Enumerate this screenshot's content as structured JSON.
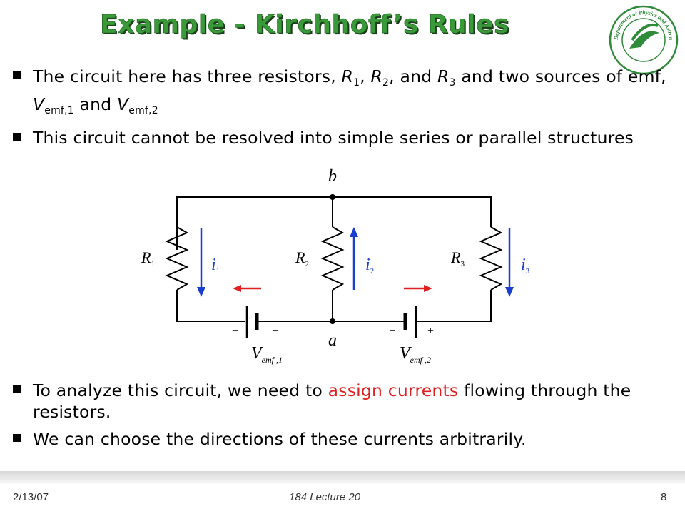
{
  "slide": {
    "title": "Example - Kirchhoff’s Rules",
    "logo_text": "Department of Physics and Astronomy"
  },
  "bullets_top": [
    {
      "parts": [
        "The circuit here has three resistors, ",
        "R",
        "1",
        ", ",
        "R",
        "2",
        ", and ",
        "R",
        "3",
        " and two sources of emf, ",
        "V",
        "emf,1",
        " and ",
        "V",
        "emf,2"
      ]
    },
    {
      "text": "This circuit cannot be resolved into simple series or parallel structures"
    }
  ],
  "bullets_bottom": [
    {
      "before": "To analyze this circuit, we need to ",
      "highlight": "assign currents",
      "after": " flowing through the resistors."
    },
    {
      "text": "We can choose the directions of these currents arbitrarily."
    }
  ],
  "circuit": {
    "node_top": "b",
    "node_bottom": "a",
    "resistors": [
      {
        "label": "R",
        "sub": "1"
      },
      {
        "label": "R",
        "sub": "2"
      },
      {
        "label": "R",
        "sub": "3"
      }
    ],
    "currents": [
      {
        "label": "i",
        "sub": "1"
      },
      {
        "label": "i",
        "sub": "2"
      },
      {
        "label": "i",
        "sub": "3"
      }
    ],
    "sources": [
      {
        "label": "V",
        "sub": "emf ,1",
        "left_sign": "+",
        "right_sign": "−"
      },
      {
        "label": "V",
        "sub": "emf ,2",
        "left_sign": "−",
        "right_sign": "+"
      }
    ],
    "colors": {
      "current_arrow": "#1a3fd0",
      "emf_arrow": "#e02020",
      "wire": "#000000"
    }
  },
  "footer": {
    "date": "2/13/07",
    "lecture": "184 Lecture 20",
    "page": "8"
  },
  "colors": {
    "title": "#3a9a3a",
    "logo": "#2f8a3a",
    "highlight": "#e02020"
  }
}
